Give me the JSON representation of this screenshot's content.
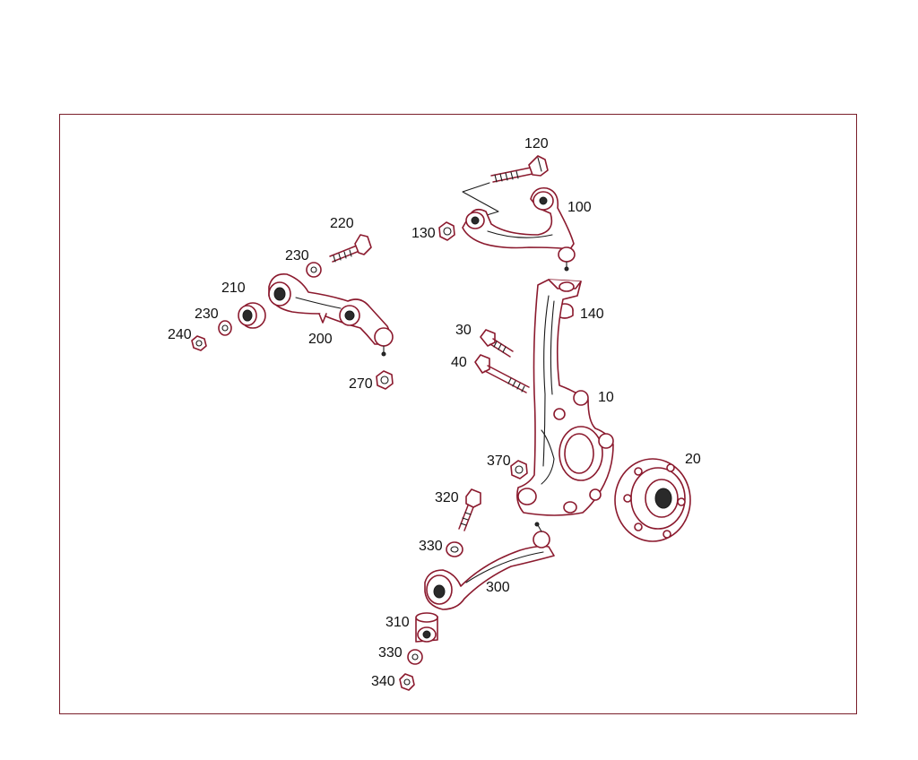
{
  "colors": {
    "frame": "#7a1f2b",
    "part_outline": "#8b1a2e",
    "text": "#111111",
    "background": "#ffffff"
  },
  "callouts": {
    "c120": "120",
    "c100": "100",
    "c130": "130",
    "c220": "220",
    "c230a": "230",
    "c210": "210",
    "c230b": "230",
    "c240": "240",
    "c200": "200",
    "c270": "270",
    "c140": "140",
    "c30": "30",
    "c40": "40",
    "c10": "10",
    "c20": "20",
    "c370": "370",
    "c320": "320",
    "c330a": "330",
    "c300": "300",
    "c310": "310",
    "c330b": "330",
    "c340": "340"
  }
}
